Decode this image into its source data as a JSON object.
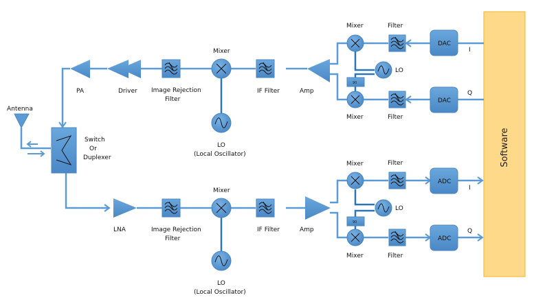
{
  "software": {
    "label": "Software",
    "fill": "#ffd98a",
    "border": "#f0b429"
  },
  "colors": {
    "block": "#5b9bd5",
    "line": "#5b9bd5",
    "lo_line": "#2e75b6"
  },
  "antenna": {
    "label": "Antenna"
  },
  "switch": {
    "line1": "Switch",
    "line2": "Or",
    "line3": "Duplexer"
  },
  "tx": {
    "pa": "PA",
    "driver": "Driver",
    "irf_line1": "Image Rejection",
    "irf_line2": "Filter",
    "mixer": "Mixer",
    "lo_line1": "LO",
    "lo_line2": "(Local Oscillator)",
    "if_filter": "IF Filter",
    "amp": "Amp",
    "iq": {
      "mixer_top": "Mixer",
      "mixer_bottom": "Mixer",
      "filter_top": "Filter",
      "filter_bottom": "Filter",
      "lo": "LO",
      "phase": "90",
      "dac_i": "DAC",
      "dac_q": "DAC",
      "i": "I",
      "q": "Q"
    }
  },
  "rx": {
    "lna": "LNA",
    "irf_line1": "Image Rejection",
    "irf_line2": "Filter",
    "mixer": "Mixer",
    "lo_line1": "LO",
    "lo_line2": "(Local Oscillator)",
    "if_filter": "IF Filter",
    "amp": "Amp",
    "iq": {
      "mixer_top": "Mixer",
      "mixer_bottom": "Mixer",
      "filter_top": "Filter",
      "filter_bottom": "Filter",
      "lo": "LO",
      "phase": "90",
      "adc_i": "ADC",
      "adc_q": "ADC",
      "i": "I",
      "q": "Q"
    }
  }
}
